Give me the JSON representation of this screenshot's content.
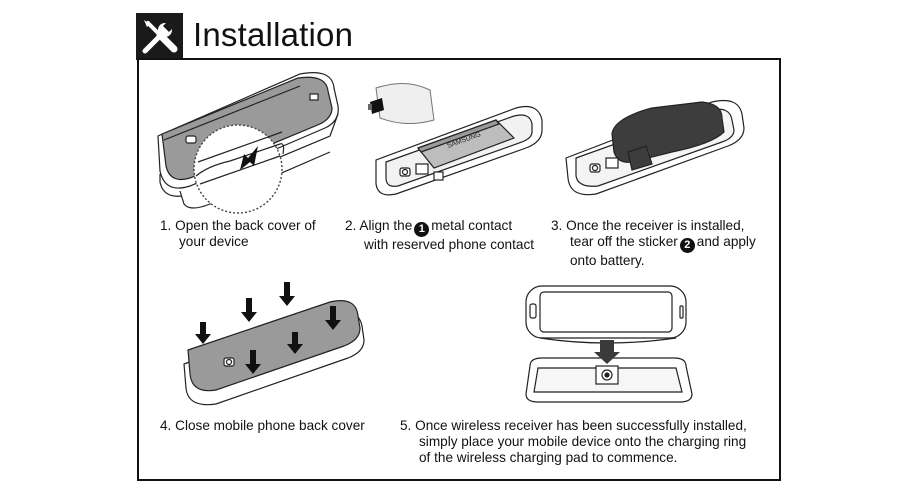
{
  "header": {
    "title": "Installation",
    "icon": "tools-icon"
  },
  "steps": [
    {
      "number": "1.",
      "lines": [
        "Open the back cover of",
        "your device"
      ]
    },
    {
      "number": "2.",
      "line1_before": "Align the",
      "badge": "1",
      "line1_after": "metal contact",
      "line2": "with reserved phone contact"
    },
    {
      "number": "3.",
      "line1": "Once the receiver is installed,",
      "line2_before": "tear off the sticker",
      "badge": "2",
      "line2_after": "and apply",
      "line3": "onto battery."
    },
    {
      "number": "4.",
      "lines": [
        "Close mobile phone back cover"
      ]
    },
    {
      "number": "5.",
      "lines": [
        "Once wireless receiver has been successfully installed,",
        "simply place your mobile device onto the charging ring",
        "of the wireless charging pad to commence."
      ]
    }
  ],
  "illustration_labels": {
    "battery_brand": "SAMSUNG"
  }
}
